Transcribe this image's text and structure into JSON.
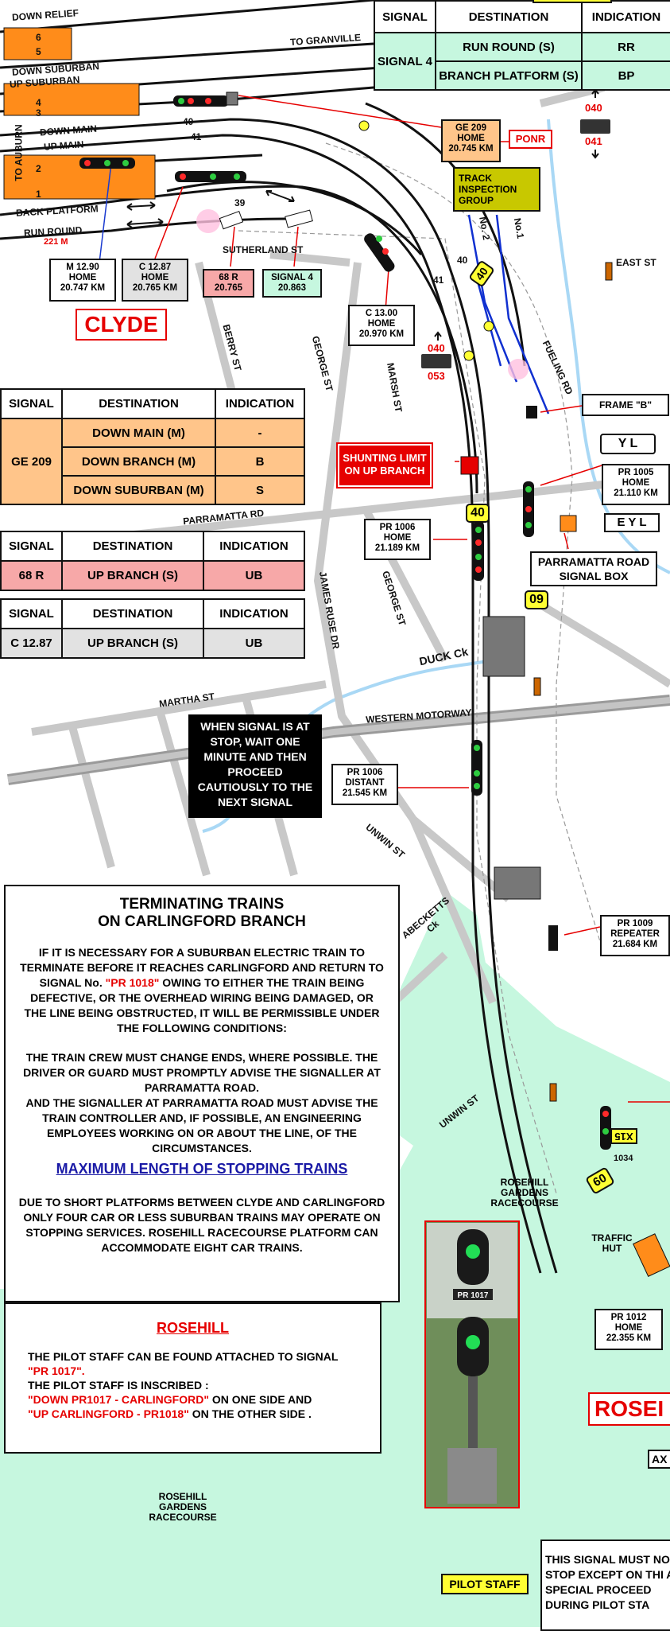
{
  "top_table": {
    "headers": [
      "SIGNAL",
      "DESTINATION",
      "INDICATION"
    ],
    "signal": "SIGNAL 4",
    "rows": [
      {
        "destination": "RUN ROUND (S)",
        "indication": "RR"
      },
      {
        "destination": "BRANCH PLATFORM (S)",
        "indication": "BP"
      }
    ]
  },
  "track_labels": {
    "down_relief": "DOWN RELIEF",
    "to_granville": "TO GRANVILLE",
    "down_suburban": "DOWN SUBURBAN",
    "up_suburban": "UP SUBURBAN",
    "to_auburn": "TO AUBURN",
    "down_main": "DOWN MAIN",
    "up_main": "UP MAIN",
    "back_platform": "BACK PLATFORM",
    "run_round": "RUN ROUND",
    "run_round_length": "221 M",
    "track_40": "40",
    "track_41": "41",
    "track_39": "39",
    "no2": "No. 2",
    "no1": "No.1"
  },
  "platform_numbers": [
    "6",
    "5",
    "4",
    "3",
    "2",
    "1"
  ],
  "signals": {
    "ge209": {
      "name": "GE 209",
      "type": "HOME",
      "km": "20.745 KM"
    },
    "ponr": "PONR",
    "m1290": {
      "name": "M 12.90",
      "type": "HOME",
      "km": "20.747 KM"
    },
    "c1287": {
      "name": "C 12.87",
      "type": "HOME",
      "km": "20.765 KM"
    },
    "r68": {
      "name": "68 R",
      "km": "20.765"
    },
    "sig4": {
      "name": "SIGNAL 4",
      "km": "20.863"
    },
    "c1300": {
      "name": "C 13.00",
      "type": "HOME",
      "km": "20.970 KM"
    },
    "pr1005": {
      "name": "PR 1005",
      "type": "HOME",
      "km": "21.110 KM"
    },
    "pr1006": {
      "name": "PR 1006",
      "type": "HOME",
      "km": "21.189 KM"
    },
    "pr1006d": {
      "name": "PR 1006",
      "type": "DISTANT",
      "km": "21.545 KM"
    },
    "pr1009": {
      "name": "PR 1009",
      "type": "REPEATER",
      "km": "21.684 KM"
    },
    "pr1012": {
      "name": "PR 1012",
      "type": "HOME",
      "km": "22.355 KM"
    }
  },
  "radio": {
    "ch1_top": "040",
    "ch1_bot": "041",
    "ch2_top": "040",
    "ch2_bot": "053"
  },
  "places": {
    "clyde": "CLYDE",
    "track_inspection": "TRACK INSPECTION GROUP",
    "east_st": "EAST  ST",
    "sutherland_st": "SUTHERLAND ST",
    "berry_st": "BERRY ST",
    "george_st": "GEORGE ST",
    "george_st2": "GEORGE ST",
    "marsh_st": "MARSH ST",
    "fueling_rd": "FUELING RD",
    "frame_b": "FRAME \"B\"",
    "yl": "Y L",
    "eyl": "E Y L",
    "shunting_limit": "SHUNTING LIMIT ON UP BRANCH",
    "parramatta_rd": "PARRAMATTA RD",
    "parramatta_sb": "PARRAMATTA ROAD SIGNAL BOX",
    "james_ruse": "JAMES RUSE DR",
    "duck_ck": "DUCK Ck",
    "martha_st": "MARTHA ST",
    "western_mwy": "WESTERN MOTORWAY",
    "unwin_st": "UNWIN ST",
    "unwin_st2": "UNWIN ST",
    "abecketts": "ABECKETTS Ck",
    "rosehill_gardens": "ROSEHILL GARDENS RACECOURSE",
    "rosehill_gardens2": "ROSEHILL GARDENS RACECOURSE",
    "traffic_hut": "TRAFFIC HUT",
    "rosehill_big": "ROSEI",
    "ax": "AX",
    "pilot_staff": "PILOT STAFF",
    "photo_plate": "PR 1017"
  },
  "speed_signs": [
    "40",
    "09",
    "40",
    "60",
    "X15"
  ],
  "speed_1034": "1034",
  "ge209_table": {
    "headers": [
      "SIGNAL",
      "DESTINATION",
      "INDICATION"
    ],
    "signal": "GE 209",
    "rows": [
      {
        "destination": "DOWN MAIN (M)",
        "indication": "-"
      },
      {
        "destination": "DOWN BRANCH (M)",
        "indication": "B"
      },
      {
        "destination": "DOWN SUBURBAN (M)",
        "indication": "S"
      }
    ]
  },
  "r68_table": {
    "headers": [
      "SIGNAL",
      "DESTINATION",
      "INDICATION"
    ],
    "row": {
      "signal": "68 R",
      "destination": "UP BRANCH (S)",
      "indication": "UB"
    }
  },
  "c1287_table": {
    "headers": [
      "SIGNAL",
      "DESTINATION",
      "INDICATION"
    ],
    "row": {
      "signal": "C 12.87",
      "destination": "UP BRANCH (S)",
      "indication": "UB"
    }
  },
  "black_notice": "WHEN SIGNAL IS AT STOP, WAIT ONE MINUTE AND THEN PROCEED CAUTIOUSLY TO THE NEXT SIGNAL",
  "terminating": {
    "title1": "TERMINATING TRAINS",
    "title2": "ON CARLINGFORD BRANCH",
    "p1a": "IF IT IS NECESSARY FOR A SUBURBAN ELECTRIC TRAIN TO TERMINATE BEFORE IT REACHES CARLINGFORD AND RETURN TO SIGNAL No. ",
    "p1sig": "\"PR 1018\"",
    "p1b": " OWING TO EITHER THE TRAIN BEING DEFECTIVE, OR THE OVERHEAD WIRING BEING DAMAGED, OR THE LINE BEING OBSTRUCTED, IT WILL BE PERMISSIBLE UNDER THE FOLLOWING CONDITIONS:",
    "p2": "THE TRAIN CREW MUST CHANGE ENDS, WHERE POSSIBLE. THE DRIVER OR GUARD MUST PROMPTLY ADVISE THE SIGNALLER AT PARRAMATTA ROAD.",
    "p3": "AND THE SIGNALLER AT PARRAMATTA ROAD MUST ADVISE THE TRAIN CONTROLLER AND, IF POSSIBLE, AN ENGINEERING EMPLOYEES WORKING ON OR ABOUT THE LINE, OF THE CIRCUMSTANCES.",
    "max_title": "MAXIMUM LENGTH OF STOPPING TRAINS",
    "p4": "DUE TO SHORT PLATFORMS BETWEEN CLYDE AND CARLINGFORD ONLY FOUR CAR OR LESS SUBURBAN TRAINS MAY OPERATE ON STOPPING SERVICES. ROSEHILL RACECOURSE PLATFORM CAN ACCOMMODATE EIGHT CAR TRAINS."
  },
  "rosehill_panel": {
    "title": "ROSEHILL",
    "l1": "THE PILOT STAFF CAN BE FOUND ATTACHED TO SIGNAL",
    "l1sig": "\"PR 1017\".",
    "l2": "THE PILOT STAFF IS INSCRIBED :",
    "l3a": "\"DOWN PR1017 - CARLINGFORD\"",
    "l3b": " ON ONE SIDE AND",
    "l4a": "\"UP CARLINGFORD - PR1018\"",
    "l4b": " ON THE OTHER SIDE ."
  },
  "bottom_notice": "THIS SIGNAL MUST NO STOP EXCEPT ON THI A SPECIAL PROCEED DURING PILOT STA"
}
